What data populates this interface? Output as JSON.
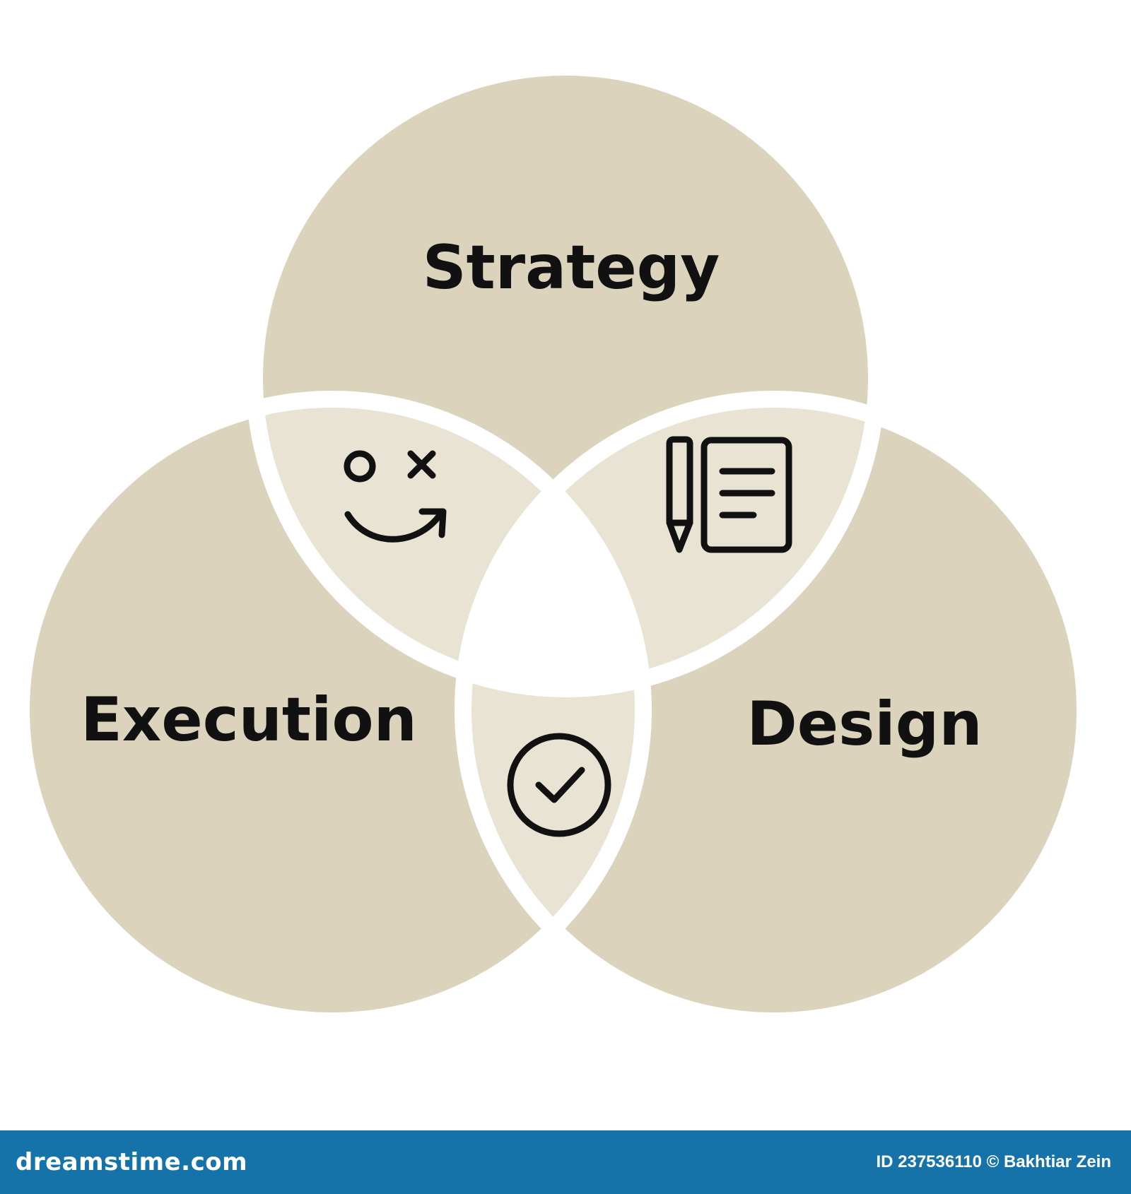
{
  "diagram": {
    "type": "venn-3",
    "sets": [
      {
        "label": "Strategy"
      },
      {
        "label": "Execution"
      },
      {
        "label": "Design"
      }
    ],
    "intersection_icons": [
      {
        "between": [
          "Strategy",
          "Execution"
        ],
        "icon": "strategy-plan-icon"
      },
      {
        "between": [
          "Strategy",
          "Design"
        ],
        "icon": "notepad-pencil-icon"
      },
      {
        "between": [
          "Execution",
          "Design"
        ],
        "icon": "check-circle-icon"
      }
    ],
    "colors": {
      "circle": "#dcd3bd",
      "overlap": "#e9e3d4",
      "center": "#ffffff",
      "icon": "#111111",
      "text": "#111111"
    }
  },
  "footer": {
    "brand": "dreamstime.com",
    "credit": "ID 237536110 © Bakhtiar Zein",
    "background": "#1673a9"
  }
}
